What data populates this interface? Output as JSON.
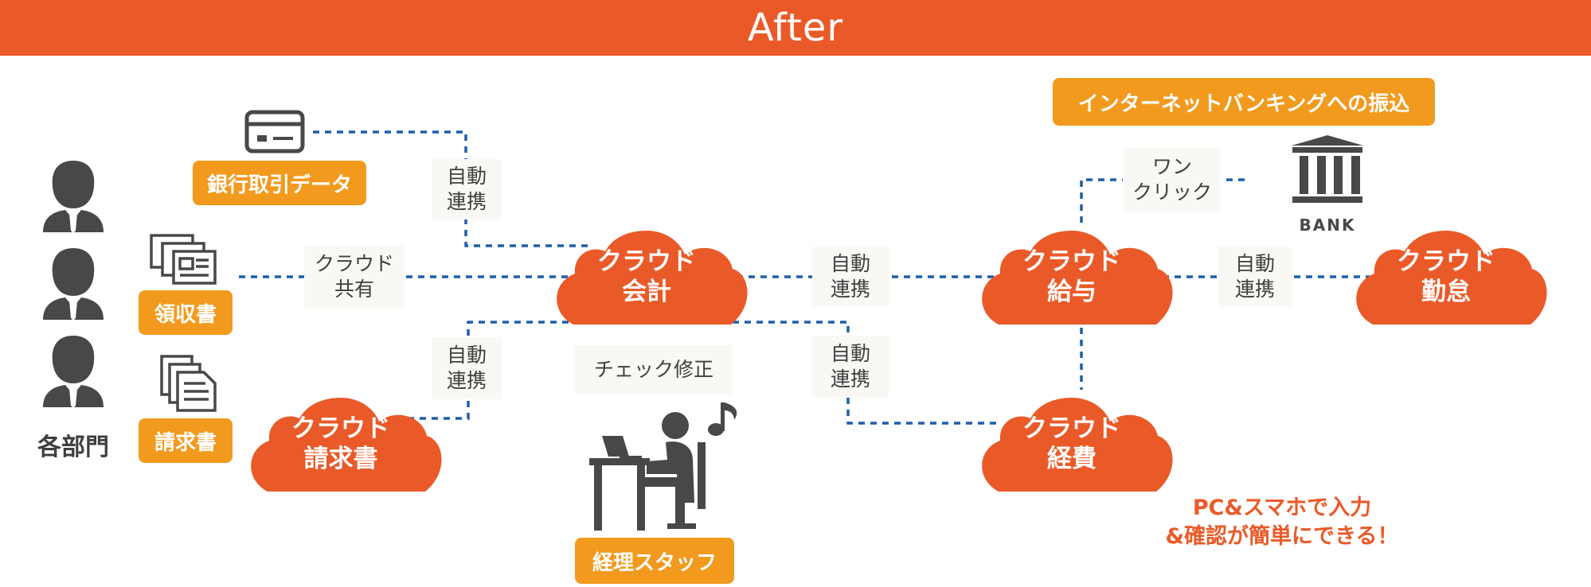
{
  "colors": {
    "orange": "#ea5a28",
    "amber": "#f29a1e",
    "line": "#1f5ea8",
    "gray": "#484848"
  },
  "header": {
    "title": "After"
  },
  "sources": {
    "bank_data": "銀行取引データ",
    "receipt": "領収書",
    "invoice": "請求書",
    "departments": "各部門"
  },
  "connectors": {
    "auto_1": {
      "line1": "自動",
      "line2": "連携"
    },
    "cloud_share": {
      "line1": "クラウド",
      "line2": "共有"
    },
    "auto_2": {
      "line1": "自動",
      "line2": "連携"
    },
    "auto_3": {
      "line1": "自動",
      "line2": "連携"
    },
    "auto_4": {
      "line1": "自動",
      "line2": "連携"
    },
    "auto_5": {
      "line1": "自動",
      "line2": "連携"
    },
    "one_click": {
      "line1": "ワン",
      "line2": "クリック"
    },
    "check": "チェック修正"
  },
  "clouds": {
    "accounting": {
      "line1": "クラウド",
      "line2": "会計"
    },
    "payroll": {
      "line1": "クラウド",
      "line2": "給与"
    },
    "attendance": {
      "line1": "クラウド",
      "line2": "勤怠"
    },
    "invoicing": {
      "line1": "クラウド",
      "line2": "請求書"
    },
    "expenses": {
      "line1": "クラウド",
      "line2": "経費"
    }
  },
  "banking": {
    "tag": "インターネットバンキングへの振込",
    "bank_icon_text": "BANK"
  },
  "staff": {
    "tag": "経理スタッフ"
  },
  "note": {
    "line1": "PC&スマホで入力",
    "line2": "&確認が簡単にできる！"
  }
}
